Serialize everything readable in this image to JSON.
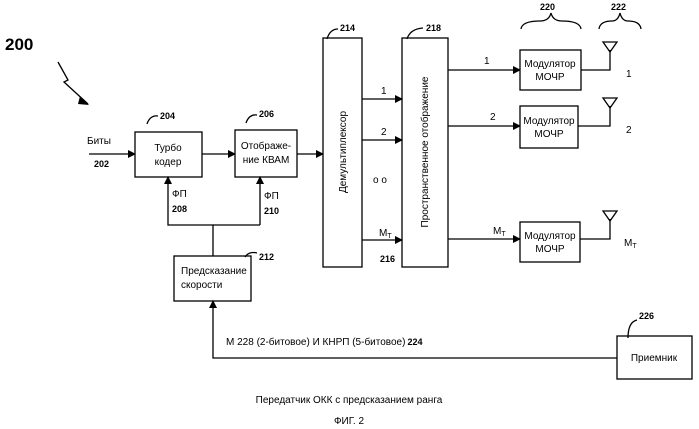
{
  "figure_number": "200",
  "input": {
    "label": "Биты",
    "ref": "202"
  },
  "blocks": {
    "turbo": {
      "lines": [
        "Турбо",
        "кодер"
      ],
      "ref": "204"
    },
    "qam": {
      "lines": [
        "Отображе-",
        "ние КВАМ"
      ],
      "ref": "206"
    },
    "demux": {
      "label": "Демультиплексор",
      "ref": "214"
    },
    "spatial": {
      "label": "Пространственное  отображение",
      "ref": "218"
    },
    "rate": {
      "lines": [
        "Предсказание",
        "скорости"
      ],
      "ref": "212"
    },
    "receiver": {
      "label": "Приемник",
      "ref": "226"
    }
  },
  "modulators": {
    "lines": [
      "Модулятор",
      "МОЧР"
    ],
    "group_ref": "220",
    "antenna_group_ref": "222"
  },
  "streams": {
    "s1": "1",
    "s2": "2",
    "mt_main": "M",
    "mt_sub": "T",
    "dots": "o  o",
    "ref_216": "216"
  },
  "fp": {
    "label": "ФП",
    "ref_turbo": "208",
    "ref_qam": "210"
  },
  "feedback": {
    "text": "M 228 (2-битовое) И КНРП  (5-битовое)",
    "ref": "224"
  },
  "caption": "Передатчик ОКК с предсказанием ранга",
  "fig": "ФИГ. 2"
}
